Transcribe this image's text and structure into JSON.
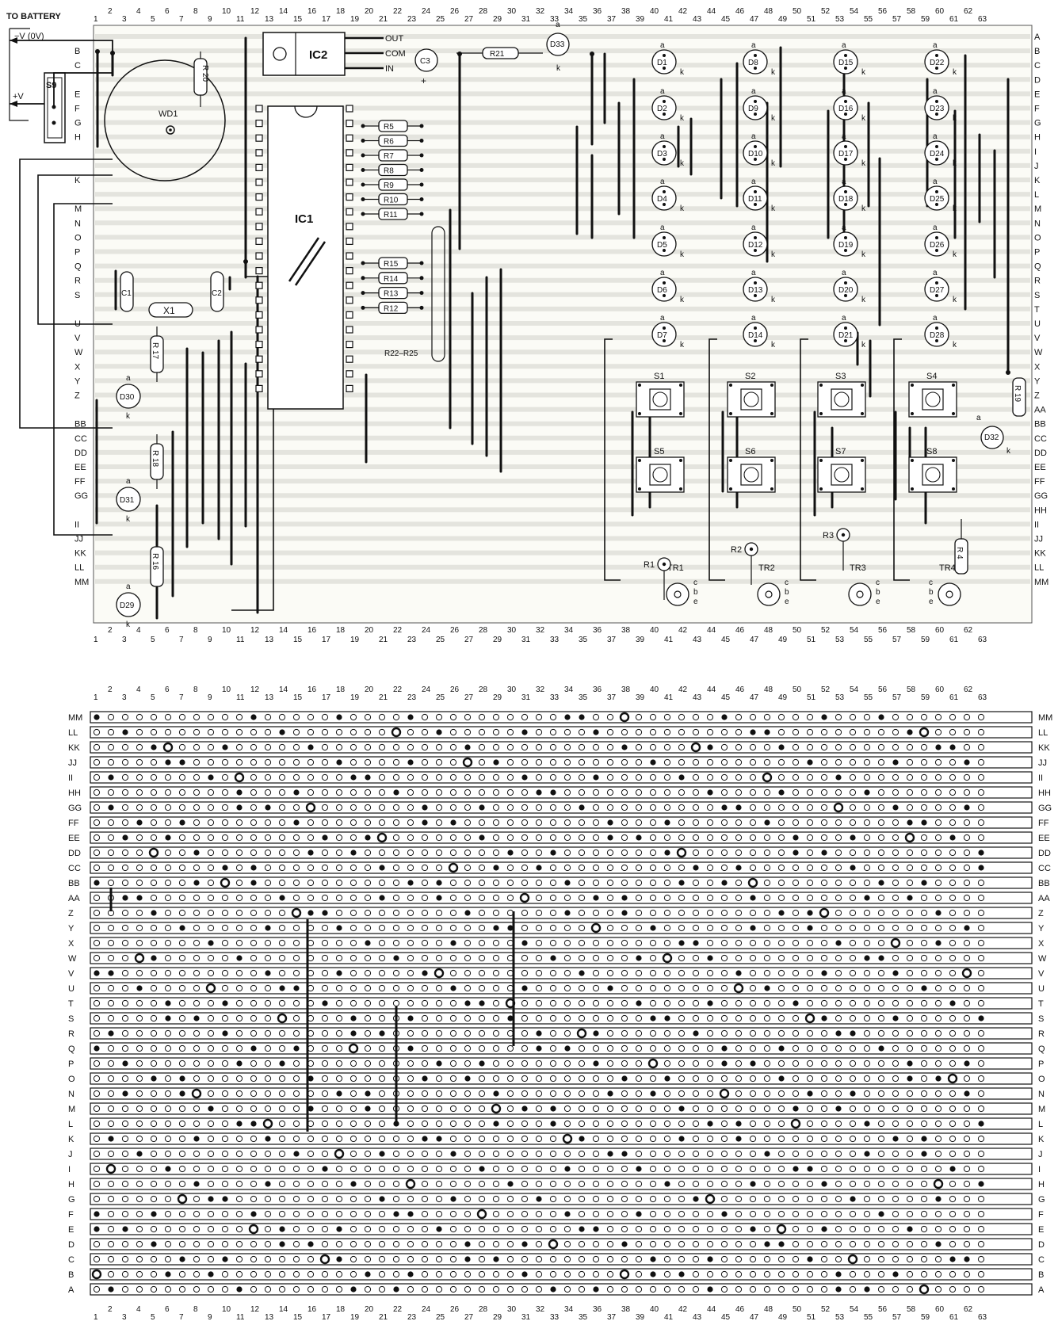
{
  "header": {
    "to_battery": "TO BATTERY",
    "neg_supply": "−V (0V)",
    "pos_supply": "+V",
    "switch": "S9"
  },
  "columns": [
    "1",
    "2",
    "3",
    "4",
    "5",
    "6",
    "7",
    "8",
    "9",
    "10",
    "11",
    "12",
    "13",
    "14",
    "15",
    "16",
    "17",
    "18",
    "19",
    "20",
    "21",
    "22",
    "23",
    "24",
    "25",
    "26",
    "27",
    "28",
    "29",
    "30",
    "31",
    "32",
    "33",
    "34",
    "35",
    "36",
    "37",
    "38",
    "39",
    "40",
    "41",
    "42",
    "43",
    "44",
    "45",
    "46",
    "47",
    "48",
    "49",
    "50",
    "51",
    "52",
    "53",
    "54",
    "55",
    "56",
    "57",
    "58",
    "59",
    "60",
    "61",
    "62",
    "63"
  ],
  "rows_top": [
    "A",
    "B",
    "C",
    "D",
    "E",
    "F",
    "G",
    "H",
    "I",
    "J",
    "K",
    "L",
    "M",
    "N",
    "O",
    "P",
    "Q",
    "R",
    "S",
    "T",
    "U",
    "V",
    "W",
    "X",
    "Y",
    "Z",
    "AA",
    "BB",
    "CC",
    "DD",
    "EE",
    "FF",
    "GG",
    "HH",
    "II",
    "JJ",
    "KK",
    "LL",
    "MM"
  ],
  "rows_top_left": [
    "B",
    "C",
    "E",
    "F",
    "G",
    "H",
    "K",
    "M",
    "N",
    "O",
    "P",
    "Q",
    "R",
    "S",
    "U",
    "V",
    "W",
    "X",
    "Y",
    "Z",
    "BB",
    "CC",
    "DD",
    "EE",
    "FF",
    "GG",
    "II",
    "JJ",
    "KK",
    "LL",
    "MM"
  ],
  "rows_bottom": [
    "MM",
    "LL",
    "KK",
    "JJ",
    "II",
    "HH",
    "GG",
    "FF",
    "EE",
    "DD",
    "CC",
    "BB",
    "AA",
    "Z",
    "Y",
    "X",
    "W",
    "V",
    "U",
    "T",
    "S",
    "R",
    "Q",
    "P",
    "O",
    "N",
    "M",
    "L",
    "K",
    "J",
    "I",
    "H",
    "G",
    "F",
    "E",
    "D",
    "C",
    "B",
    "A"
  ],
  "pin_labels": {
    "anode": "a",
    "cathode": "k",
    "base_pins": [
      "c",
      "b",
      "e"
    ]
  },
  "components": {
    "ic1": "IC1",
    "ic2": "IC2",
    "ic2_pins": [
      "OUT",
      "COM",
      "IN"
    ],
    "wd1": "WD1",
    "x1": "X1",
    "c1": "C1",
    "c2": "C2",
    "c3": "C3",
    "plus": "+",
    "r20": "R 20",
    "r17": "R 17",
    "r18": "R 18",
    "r16": "R 16",
    "r19": "R 19",
    "r4": "R 4",
    "r21": "R21",
    "resistor_bank_upper": [
      "R5",
      "R6",
      "R7",
      "R8",
      "R9",
      "R10",
      "R11"
    ],
    "resistor_bank_lower": [
      "R15",
      "R14",
      "R13",
      "R12"
    ],
    "r22_r25": "R22–R25",
    "led_matrix": [
      [
        "D1",
        "D2",
        "D3",
        "D4",
        "D5",
        "D6",
        "D7"
      ],
      [
        "D8",
        "D9",
        "D10",
        "D11",
        "D12",
        "D13",
        "D14"
      ],
      [
        "D15",
        "D16",
        "D17",
        "D18",
        "D19",
        "D20",
        "D21"
      ],
      [
        "D22",
        "D23",
        "D24",
        "D25",
        "D26",
        "D27",
        "D28"
      ]
    ],
    "side_leds": [
      "D30",
      "D31",
      "D29"
    ],
    "d32": "D32",
    "d33": "D33",
    "switches_top": [
      "S1",
      "S2",
      "S3",
      "S4"
    ],
    "switches_bottom": [
      "S5",
      "S6",
      "S7",
      "S8"
    ],
    "transistors": [
      "TR1",
      "TR2",
      "TR3",
      "TR4"
    ],
    "base_resistors": [
      "R1",
      "R2",
      "R3"
    ]
  },
  "colors": {
    "background": "#ffffff",
    "board": "#fbfbf6",
    "ink": "#111111",
    "track": "#e7e7e2"
  }
}
